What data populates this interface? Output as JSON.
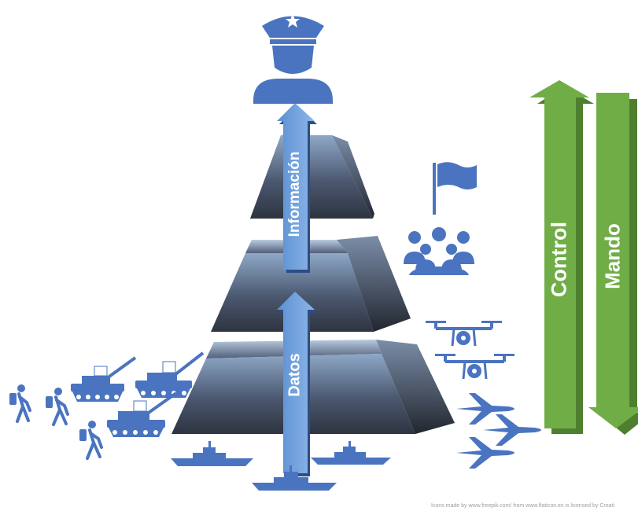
{
  "labels": {
    "informacion": "Información",
    "datos": "Datos",
    "control": "Control",
    "mando": "Mando"
  },
  "credit": "Icons made by www.freepik.com/ from www.flaticon.es is licensed by Creati",
  "colors": {
    "icon_blue": "#4a74c0",
    "arrow_blue": "#6a9bd8",
    "green": "#70ad47",
    "green_dark": "#4e7f2e",
    "pyramid_dark": "#2e3440",
    "pyramid_light": "#8ea8c7"
  },
  "icons": [
    "commander-icon",
    "flag-icon",
    "group-icon",
    "drone-icon",
    "fighter-jet-icon",
    "ship-icon",
    "tank-icon",
    "soldier-icon"
  ]
}
